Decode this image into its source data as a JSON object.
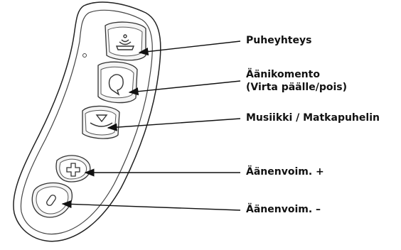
{
  "callouts": [
    {
      "id": "voice-call",
      "label": "Puheyhteys"
    },
    {
      "id": "voice-command",
      "label_line1": "Äänikomento",
      "label_line2": "(Virta päälle/pois)"
    },
    {
      "id": "music-phone",
      "label": "Musiikki / Matkapuhelin"
    },
    {
      "id": "volume-up",
      "label": "Äänenvoim. +"
    },
    {
      "id": "volume-down",
      "label": "Äänenvoim. –"
    }
  ],
  "colors": {
    "line": "#111111",
    "device_fill": "#ffffff",
    "device_stroke": "#333333"
  },
  "icons": [
    "voice-call-icon",
    "voice-command-icon",
    "music-play-icon",
    "plus-icon",
    "minus-icon"
  ]
}
